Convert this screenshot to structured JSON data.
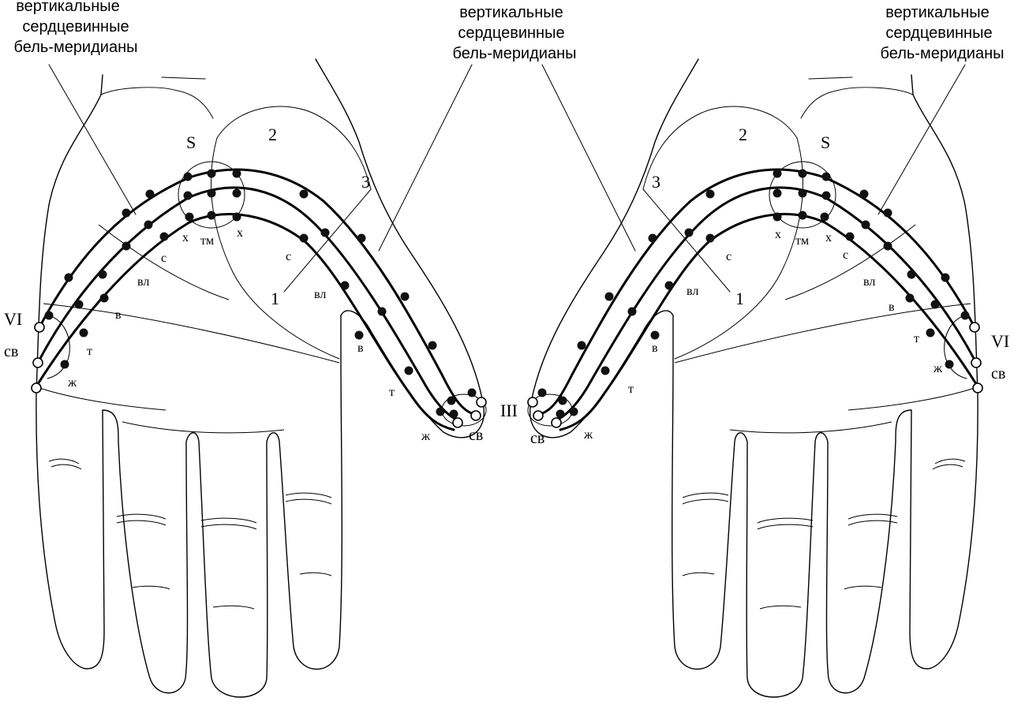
{
  "captions": {
    "left": [
      "вертикальные",
      "сердцевинные",
      "бель-меридианы"
    ],
    "center": [
      "вертикальные",
      "сердцевинные",
      "бель-меридианы"
    ],
    "right": [
      "вертикальные",
      "сердцевинные",
      "бель-меридианы"
    ]
  },
  "left_hand": {
    "S": "S",
    "n1": "1",
    "n2": "2",
    "n3": "3",
    "VI": "VI",
    "III": "III",
    "sv_left": "св",
    "sv_tip": "св",
    "zh_left": "ж",
    "zh_tip": "ж",
    "t_left": "т",
    "t_thumb": "т",
    "v_left": "в",
    "v_thumb": "в",
    "vl_left": "вл",
    "vl_thumb": "вл",
    "s_left": "с",
    "s_right": "с",
    "kh_left": "х",
    "kh_right": "х",
    "tm": "тм"
  },
  "right_hand": {
    "S": "S",
    "n1": "1",
    "n2": "2",
    "n3": "3",
    "VI": "VI",
    "sv_right": "св",
    "sv_tip": "св",
    "zh_right": "ж",
    "zh_tip": "ж",
    "t_right": "т",
    "t_thumb": "т",
    "v_right": "в",
    "v_thumb": "в",
    "vl_right": "вл",
    "vl_thumb": "вл",
    "s_left": "с",
    "s_right": "с",
    "kh_left": "х",
    "kh_right": "х",
    "tm": "тм"
  },
  "colors": {
    "ink": "#000000",
    "paper": "#ffffff"
  }
}
